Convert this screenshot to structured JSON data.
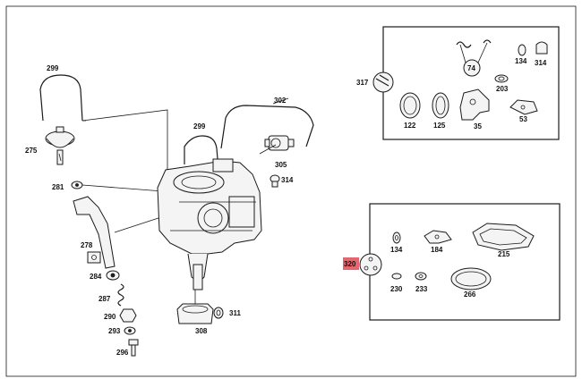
{
  "colors": {
    "highlight": "#e4666e",
    "line": "#1a1a1a",
    "background": "#ffffff"
  },
  "labels": {
    "p299a": "299",
    "p275": "275",
    "p281": "281",
    "p278": "278",
    "p284": "284",
    "p287": "287",
    "p290": "290",
    "p293": "293",
    "p296": "296",
    "p302": "302",
    "p299b": "299",
    "p305": "305",
    "p314a": "314",
    "p308": "308",
    "p311": "311",
    "p317": "317",
    "p122": "122",
    "p125": "125",
    "p35": "35",
    "p74": "74",
    "p134a": "134",
    "p314b": "314",
    "p203": "203",
    "p53": "53",
    "p320": "320",
    "p134b": "134",
    "p184": "184",
    "p215": "215",
    "p230": "230",
    "p233": "233",
    "p266": "266"
  }
}
